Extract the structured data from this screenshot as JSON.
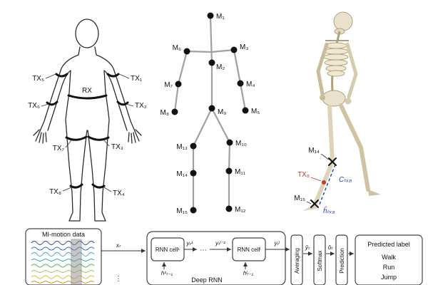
{
  "body_panel": {
    "rx_label": "RX",
    "tx_labels": [
      "TX₅",
      "TX₁",
      "TX₆",
      "TX₂",
      "TX₇",
      "TX₃",
      "TX₈",
      "TX₄"
    ]
  },
  "marker_panel": {
    "markers": [
      "M₁",
      "M₂",
      "M₃",
      "M₄",
      "M₅",
      "M₆",
      "M₇",
      "M₈",
      "M₉",
      "M₁₀",
      "M₁₁",
      "M₁₂",
      "M₁₃",
      "M₁₄",
      "M₁₅"
    ]
  },
  "skeleton_panel": {
    "m14_label": "M₁₄",
    "m15_label": "M₁₅",
    "tx8_label": "TX₈",
    "channel_gain_label": "Cₜₓ₈",
    "channel_label": "ĥₜₓ₈",
    "tx8_color": "#c0392b",
    "channel_color": "#2745b0"
  },
  "pipeline": {
    "input_box_title": "MI-motion data",
    "input_label": "xₜ",
    "rnn_cell1_label": "RNN cell¹",
    "y1_label": "yₜ¹",
    "hdots": "⋯",
    "ylm1_label": "yₜˡ⁻¹",
    "rnn_celll_label": "RNN cellˡ",
    "yl_label": "yₜˡ",
    "h1_label": "h¹ₜ₋₁",
    "hl_label": "hˡₜ₋₁",
    "vdots": "⋮",
    "deep_rnn_label": "Deep RNN",
    "averaging_label": "Averaging",
    "yhat_label": "ŷₜ",
    "softmax_label": "Softmax",
    "ohat_label": "ôₜ",
    "prediction_label": "Prediction",
    "output_box_title": "Predicted label",
    "classes": [
      "Walk",
      "Run",
      "Jump"
    ]
  }
}
